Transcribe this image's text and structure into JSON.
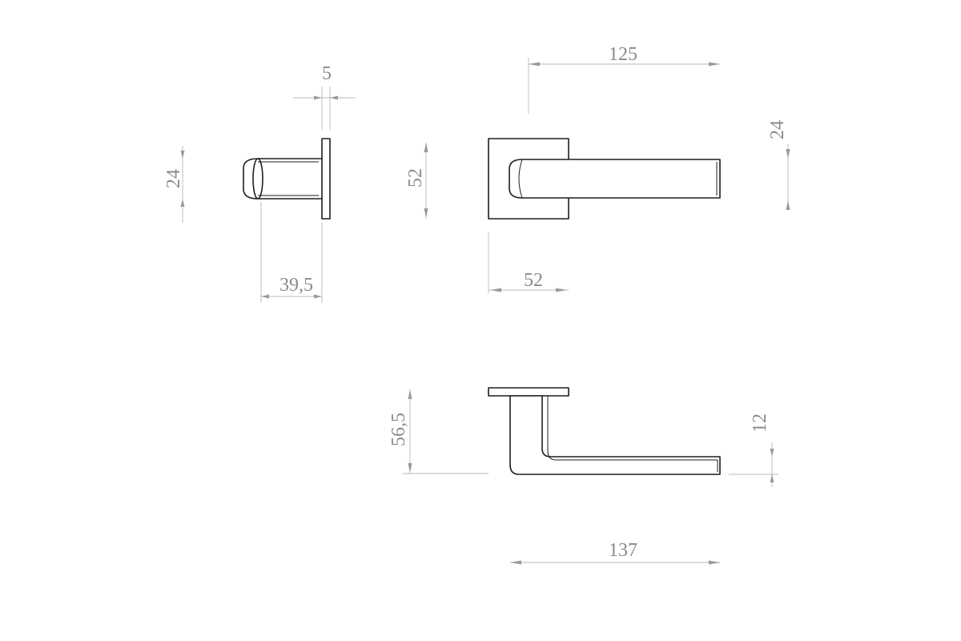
{
  "dimensions": {
    "rose_thickness": "5",
    "side_height": "24",
    "side_projection": "39,5",
    "lever_length": "125",
    "rose_height": "52",
    "rose_width": "52",
    "lever_width": "24",
    "total_projection": "56,5",
    "lever_thickness": "12",
    "total_length": "137"
  },
  "colors": {
    "outline": "#1e1e1e",
    "dimension_line": "#b9b9b9",
    "dimension_text": "#8a8a8a"
  }
}
